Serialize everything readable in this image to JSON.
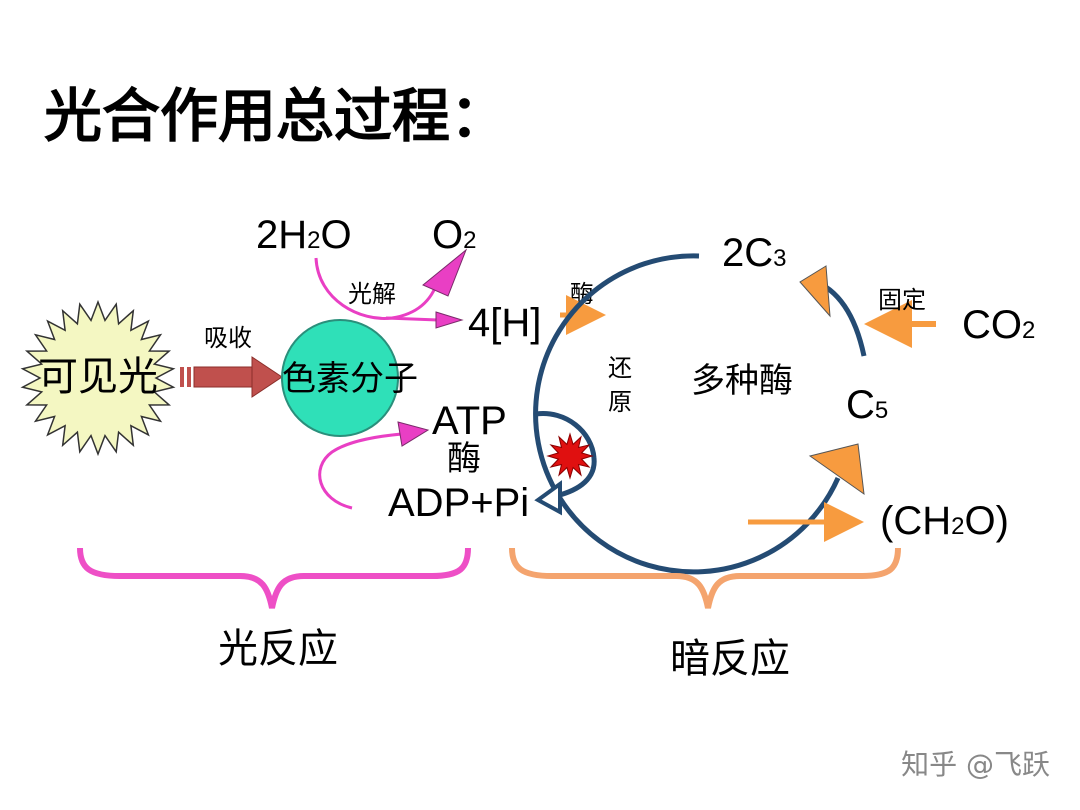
{
  "title": "光合作用总过程：",
  "light_source": {
    "label": "可见光"
  },
  "absorb_label": "吸收",
  "pigment": {
    "label": "色素分子"
  },
  "water": {
    "main": "2H",
    "sub": "2",
    "tail": "O"
  },
  "oxygen": {
    "main": "O",
    "sub": "2"
  },
  "photolysis_label": "光解",
  "hydrogen": {
    "label": "4[H]"
  },
  "enzyme_h_label": "酶",
  "atp": {
    "label": "ATP"
  },
  "enzyme_atp_label": "酶",
  "adp": {
    "label": "ADP+Pi"
  },
  "reduction_label": {
    "line1": "还",
    "line2": "原"
  },
  "cycle_center": {
    "label": "多种酶"
  },
  "c3": {
    "main": "2C",
    "sub": "3"
  },
  "c5": {
    "main": "C",
    "sub": "5"
  },
  "co2": {
    "main": "CO",
    "sub": "2"
  },
  "fixation_label": "固定",
  "product": {
    "open": "(CH",
    "sub": "2",
    "close": "O)"
  },
  "light_reaction": {
    "label": "光反应"
  },
  "dark_reaction": {
    "label": "暗反应"
  },
  "watermark": "知乎 @飞跃",
  "colors": {
    "sun_fill": "#f4f7c2",
    "pigment_fill": "#2fe0b8",
    "absorb_arrow": "#c0504d",
    "magenta": "#e93fc4",
    "cycle_stroke": "#244b73",
    "orange": "#f79b3f",
    "red_star": "#e01010",
    "light_brace": "#ee4fc6",
    "dark_brace": "#f4a46e"
  }
}
